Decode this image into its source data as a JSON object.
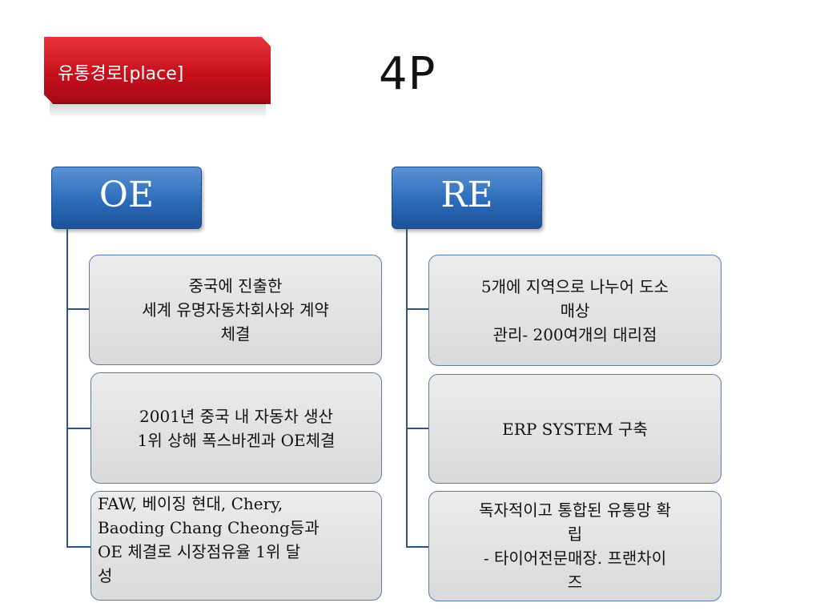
{
  "tag": {
    "label": "유통경로[place]"
  },
  "title": "4P",
  "left": {
    "header": "OE",
    "boxes": [
      "중국에 진출한\n세계 유명자동차회사와 계약\n체결",
      "2001년 중국 내 자동차 생산\n1위 상해 폭스바겐과 OE체결",
      "FAW, 베이징 현대, Chery,\nBaoding Chang Cheong등과\nOE 체결로 시장점유율 1위 달\n성"
    ]
  },
  "right": {
    "header": "RE",
    "boxes": [
      "5개에 지역으로 나누어 도소\n매상\n관리- 200여개의 대리점",
      "ERP SYSTEM 구축",
      "독자적이고 통합된 유통망 확\n립\n- 타이어전문매장. 프랜차이\n즈"
    ]
  },
  "colors": {
    "tag_red": "#c8101c",
    "header_blue": "#2c6cb8",
    "line_blue": "#2a5587",
    "box_gray": "#e0e0e0"
  }
}
